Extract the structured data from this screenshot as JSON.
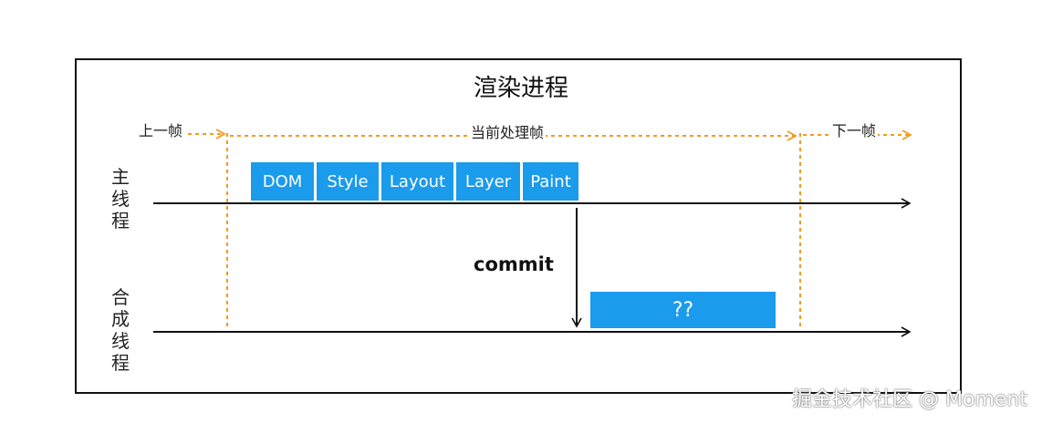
{
  "title": "渲染进程",
  "frames": {
    "previous": "上一帧",
    "current": "当前处理帧",
    "next": "下一帧"
  },
  "threads": {
    "main": "主线程",
    "compositor": "合成线程"
  },
  "main_tasks": [
    "DOM",
    "Style",
    "Layout",
    "Layer",
    "Paint"
  ],
  "commit_label": "commit",
  "compositor_task": "??",
  "watermark": "掘金技术社区 @ Moment",
  "colors": {
    "task_blue": "#1a9bec",
    "frame_orange": "#f39a1e",
    "line": "#111111"
  }
}
